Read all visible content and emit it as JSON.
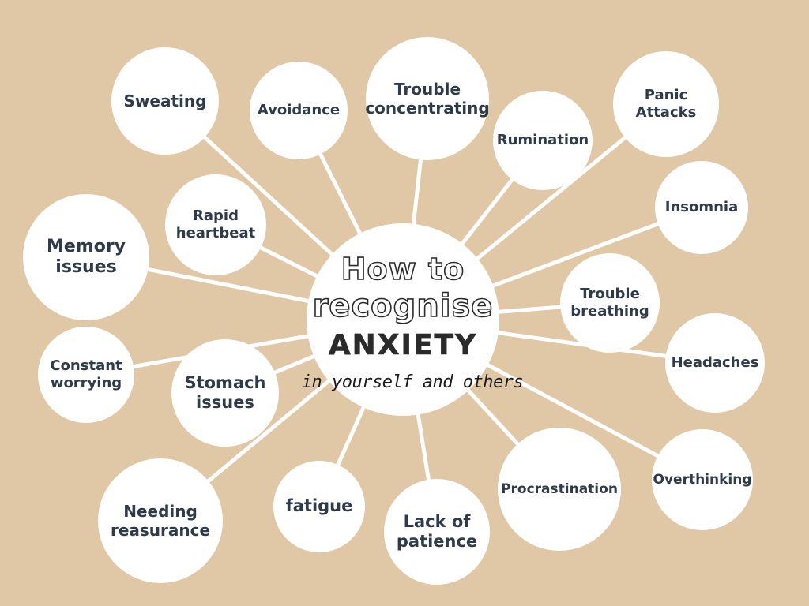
{
  "title": {
    "line1": "How to",
    "line2": "recognise",
    "line3": "ANXIETY",
    "subtitle": "in yourself and others"
  },
  "nodes": [
    {
      "label": "Sweating"
    },
    {
      "label": "Avoidance"
    },
    {
      "label": "Trouble\nconcentrating"
    },
    {
      "label": "Rumination"
    },
    {
      "label": "Panic\nAttacks"
    },
    {
      "label": "Insomnia"
    },
    {
      "label": "Rapid\nheartbeat"
    },
    {
      "label": "Memory\nissues"
    },
    {
      "label": "Trouble\nbreathing"
    },
    {
      "label": "Headaches"
    },
    {
      "label": "Constant\nworrying"
    },
    {
      "label": "Stomach\nissues"
    },
    {
      "label": "Overthinking"
    },
    {
      "label": "Procrastination"
    },
    {
      "label": "Needing\nreasurance"
    },
    {
      "label": "fatigue"
    },
    {
      "label": "Lack of\npatience"
    }
  ],
  "colors": {
    "background": "#e0c7a6",
    "node_fill": "#ffffff",
    "text": "#2f3b4a",
    "connector": "#ffffff"
  }
}
